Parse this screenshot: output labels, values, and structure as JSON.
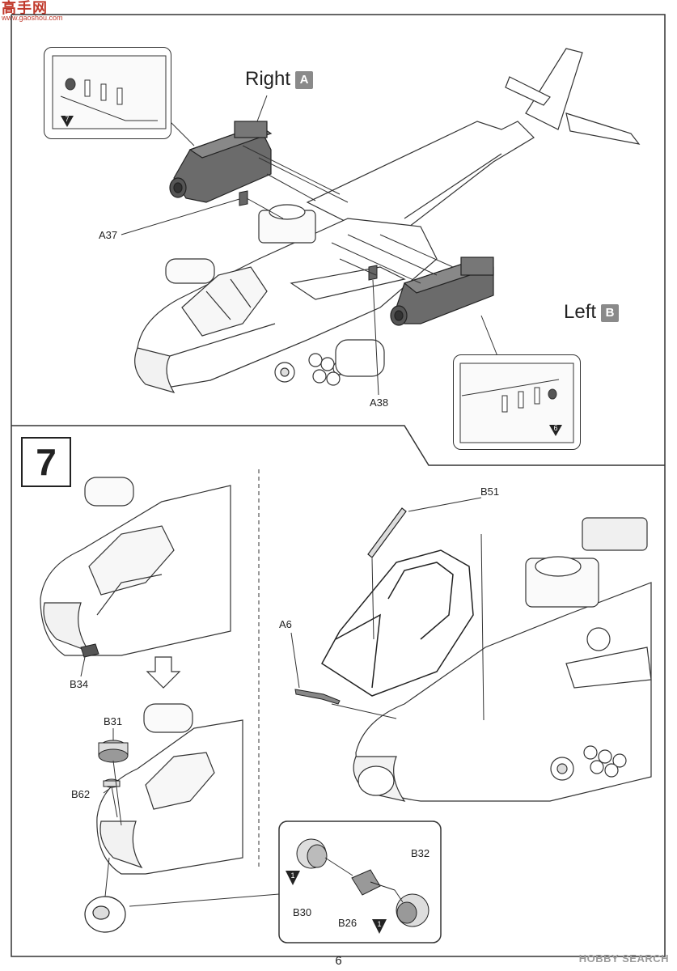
{
  "watermark_top": {
    "text": "高手网",
    "url": "www.gaoshou.com"
  },
  "watermark_bottom": {
    "text": "HOBBY SEARCH"
  },
  "upper": {
    "right_label": "Right",
    "right_badge": "A",
    "left_label": "Left",
    "left_badge": "B",
    "parts": {
      "a37": "A37",
      "a38": "A38"
    },
    "inset_right_step": "7",
    "inset_left_step": "6"
  },
  "step": {
    "number": "7",
    "parts": {
      "b34": "B34",
      "b31": "B31",
      "b62": "B62",
      "b51": "B51",
      "a6": "A6",
      "b30": "B30",
      "b26": "B26",
      "b32": "B32"
    },
    "detail_marks": {
      "left": "1",
      "right": "1"
    }
  },
  "page_number": "6",
  "colors": {
    "engine_gray": "#6b6b6b",
    "badge_gray": "#8a8a8a",
    "line": "#333333"
  }
}
